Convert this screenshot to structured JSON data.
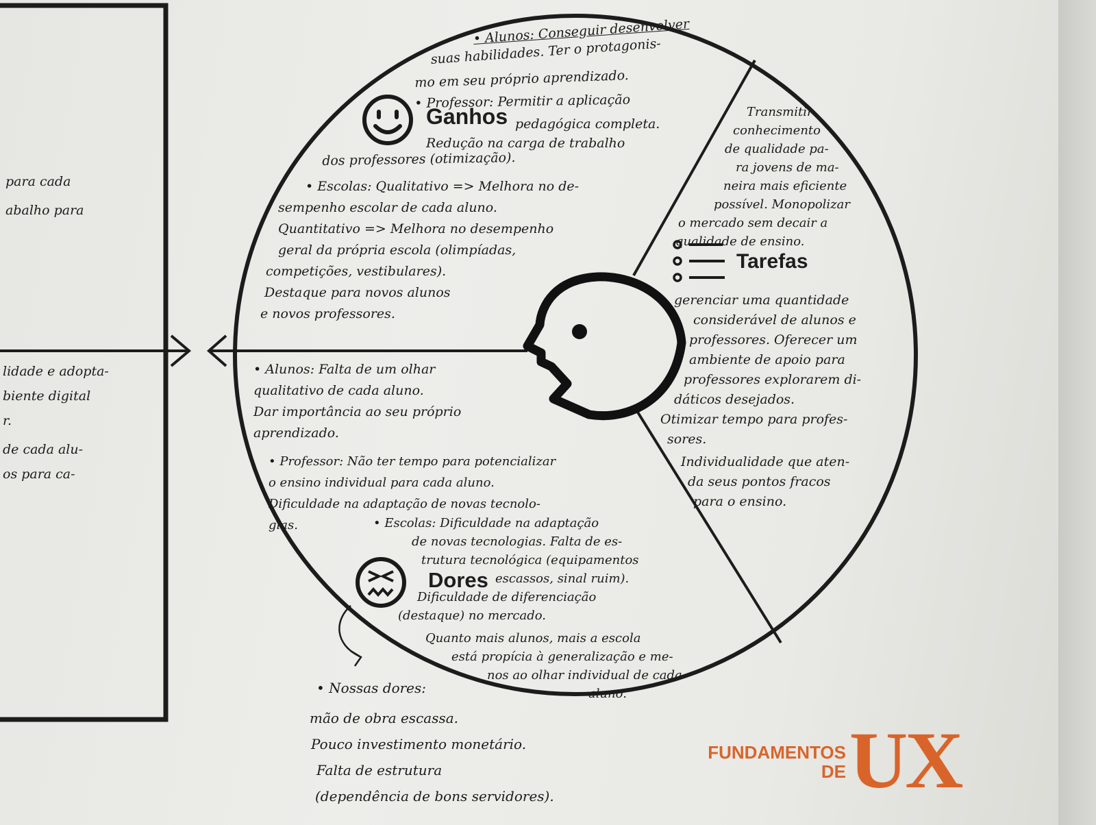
{
  "sections": {
    "ganhos": "Ganhos",
    "tarefas": "Tarefas",
    "dores": "Dores"
  },
  "brand": {
    "line1": "FUNDAMENTOS",
    "line2": "DE",
    "big": "UX"
  },
  "left_fragments": [
    "para cada",
    "abalho para",
    "lidade e adopta-",
    "biente digital",
    "r.",
    "de cada alu-",
    "os para ca-"
  ],
  "ganhos_text": [
    "• Alunos: Conseguir desenvolver",
    "suas habilidades. Ter o protagonis-",
    "mo em seu próprio aprendizado.",
    "• Professor: Permitir a aplicação",
    "pedagógica completa.",
    "Redução na carga de trabalho",
    "dos professores (otimização).",
    "• Escolas: Qualitativo => Melhora no de-",
    "sempenho escolar de cada aluno.",
    "Quantitativo => Melhora no desempenho",
    "geral da própria escola (olimpíadas,",
    "competições, vestibulares).",
    "Destaque para novos alunos",
    "e novos professores."
  ],
  "tarefas_top": [
    "Transmitir",
    "conhecimento",
    "de qualidade pa-",
    "ra jovens de ma-",
    "neira mais eficiente",
    "possível. Monopolizar",
    "o mercado sem decair a",
    "qualidade de ensino."
  ],
  "tarefas_bottom": [
    "gerenciar uma quantidade",
    "considerável de alunos e",
    "professores. Oferecer um",
    "ambiente de apoio para",
    "professores explorarem di-",
    "dáticos desejados.",
    "Otimizar tempo para profes-",
    "sores.",
    "Individualidade que aten-",
    "da seus pontos fracos",
    "para o ensino."
  ],
  "dores_text": [
    "• Alunos: Falta de um olhar",
    "qualitativo de cada aluno.",
    "Dar importância ao seu próprio",
    "aprendizado.",
    "• Professor: Não ter tempo para potencializar",
    "o ensino individual para cada aluno.",
    "Dificuldade na adaptação de novas tecnolo-",
    "gias."
  ],
  "escolas_dores": [
    "• Escolas: Dificuldade na adaptação",
    "de novas tecnologias. Falta de es-",
    "trutura tecnológica (equipamentos",
    "escassos, sinal ruim).",
    "Dificuldade de diferenciação",
    "(destaque) no mercado.",
    "Quanto mais alunos, mais a escola",
    "está propícia à generalização e me-",
    "nos ao olhar individual de cada",
    "aluno."
  ],
  "nossas_dores": [
    "• Nossas dores:",
    "mão de obra escassa.",
    "Pouco investimento monetário.",
    "Falta de estrutura",
    "(dependência de bons servidores)."
  ]
}
